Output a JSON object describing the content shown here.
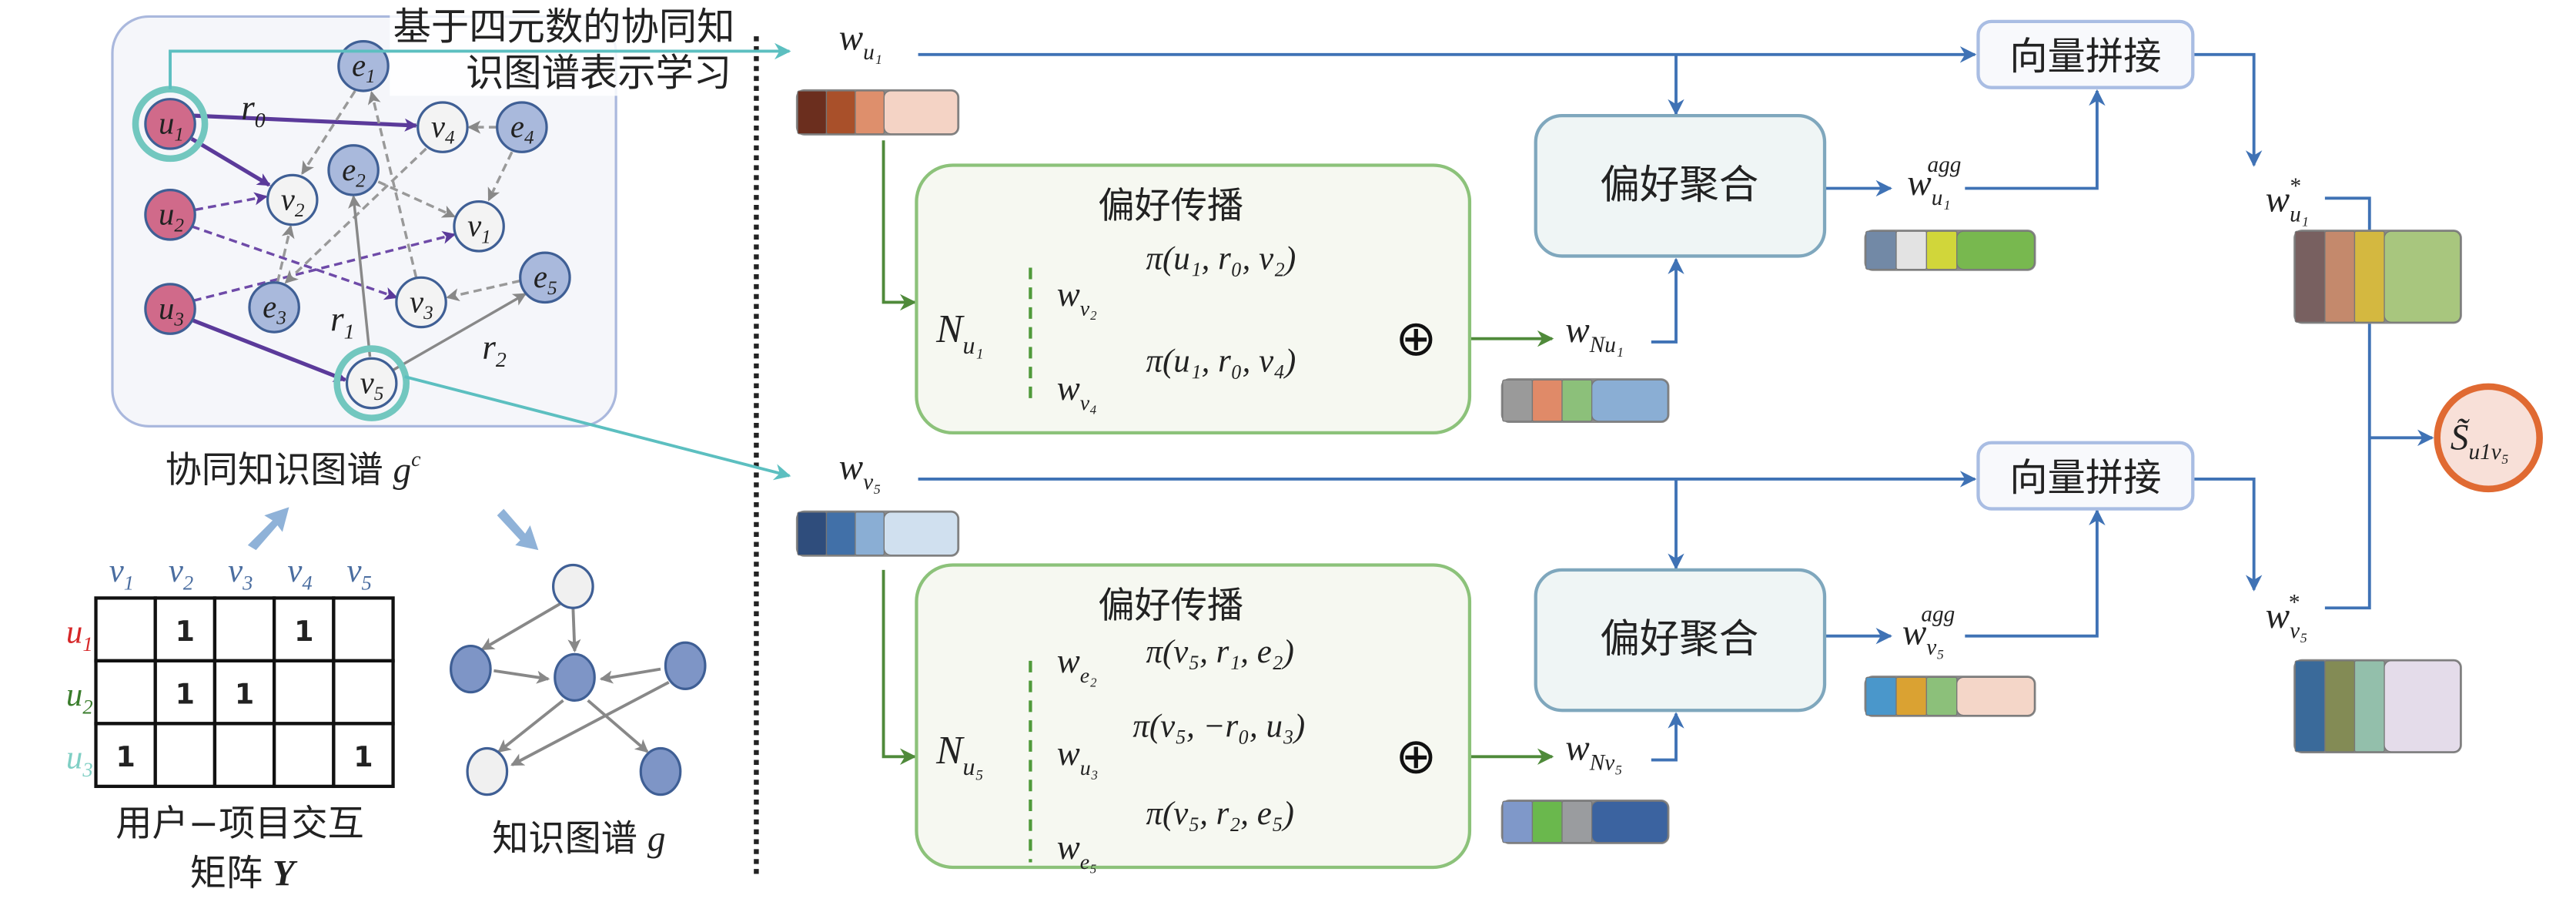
{
  "title": {
    "line1": "基于四元数的协同知",
    "line2": "识图谱表示学习"
  },
  "ckg": {
    "caption": "协同知识图谱",
    "caption_sym": "g",
    "caption_sup": "c",
    "nodes": {
      "u1": {
        "b": "u",
        "s": "1"
      },
      "u2": {
        "b": "u",
        "s": "2"
      },
      "u3": {
        "b": "u",
        "s": "3"
      },
      "v1": {
        "b": "v",
        "s": "1"
      },
      "v2": {
        "b": "v",
        "s": "2"
      },
      "v3": {
        "b": "v",
        "s": "3"
      },
      "v4": {
        "b": "v",
        "s": "4"
      },
      "v5": {
        "b": "v",
        "s": "5"
      },
      "e1": {
        "b": "e",
        "s": "1"
      },
      "e2": {
        "b": "e",
        "s": "2"
      },
      "e3": {
        "b": "e",
        "s": "3"
      },
      "e4": {
        "b": "e",
        "s": "4"
      },
      "e5": {
        "b": "e",
        "s": "5"
      }
    },
    "relations": {
      "r0": {
        "b": "r",
        "s": "0"
      },
      "r1": {
        "b": "r",
        "s": "1"
      },
      "r2": {
        "b": "r",
        "s": "2"
      }
    }
  },
  "matrix": {
    "columns": [
      {
        "b": "v",
        "s": "1"
      },
      {
        "b": "v",
        "s": "2"
      },
      {
        "b": "v",
        "s": "3"
      },
      {
        "b": "v",
        "s": "4"
      },
      {
        "b": "v",
        "s": "5"
      }
    ],
    "rows": [
      {
        "b": "u",
        "s": "1",
        "color": "#d62728",
        "cells": [
          "",
          "1",
          "",
          "1",
          ""
        ]
      },
      {
        "b": "u",
        "s": "2",
        "color": "#3a7d2c",
        "cells": [
          "",
          "1",
          "1",
          "",
          ""
        ]
      },
      {
        "b": "u",
        "s": "3",
        "color": "#7fcfc4",
        "cells": [
          "1",
          "",
          "",
          "",
          "1"
        ]
      }
    ],
    "caption_line1": "用户−项目交互",
    "caption_line2": "矩阵",
    "caption_sym": "Y"
  },
  "kg": {
    "caption": "知识图谱",
    "caption_sym": "g"
  },
  "top": {
    "input": {
      "b": "w",
      "s": "u₁"
    },
    "input_colors": [
      "#6b2e1e",
      "#a9502a",
      "#de8f6c",
      "#f4d3c5"
    ],
    "propagation": {
      "title": "偏好传播",
      "neighbor": {
        "b": "N",
        "s": "u₁"
      },
      "items": [
        {
          "b": "w",
          "s": "v₂",
          "pi": "π(u₁, r₀, v₂)"
        },
        {
          "b": "w",
          "s": "v₄",
          "pi": "π(u₁, r₀, v₄)"
        }
      ],
      "sum_symbol": "⊕"
    },
    "neighbor_out": {
      "b": "w",
      "s": "Nu₁"
    },
    "neighbor_colors": [
      "#9a9a9a",
      "#e08a68",
      "#8cc07a",
      "#8aaed4"
    ],
    "aggregation": {
      "title": "偏好聚合"
    },
    "agg_out": {
      "b": "w",
      "s": "u₁",
      "sup": "agg"
    },
    "agg_colors": [
      "#7289a6",
      "#e3e3e3",
      "#d1d63a",
      "#78b84f"
    ],
    "concat": {
      "title": "向量拼接"
    },
    "final": {
      "b": "w",
      "s": "u₁",
      "sup": "*"
    },
    "final_colors": [
      "#786060",
      "#c4896c",
      "#d4b840",
      "#a8c67e"
    ]
  },
  "bottom": {
    "input": {
      "b": "w",
      "s": "v₅"
    },
    "input_colors": [
      "#2f4d7c",
      "#4170a8",
      "#8aaed4",
      "#d0e0ef"
    ],
    "propagation": {
      "title": "偏好传播",
      "neighbor": {
        "b": "N",
        "s": "u₅"
      },
      "items": [
        {
          "b": "w",
          "s": "e₂",
          "pi": "π(v₅, r₁, e₂)"
        },
        {
          "b": "w",
          "s": "u₃",
          "pi": "π(v₅, −r₀, u₃)"
        },
        {
          "b": "w",
          "s": "e₅",
          "pi": "π(v₅, r₂, e₅)"
        }
      ],
      "sum_symbol": "⊕"
    },
    "neighbor_out": {
      "b": "w",
      "s": "Nv₅"
    },
    "neighbor_colors": [
      "#7f98c9",
      "#6ab84d",
      "#9a9c9f",
      "#3b63a0"
    ],
    "aggregation": {
      "title": "偏好聚合"
    },
    "agg_out": {
      "b": "w",
      "s": "v₅",
      "sup": "agg"
    },
    "agg_colors": [
      "#4a97cb",
      "#daa232",
      "#8cc07a",
      "#f4d6c8"
    ],
    "concat": {
      "title": "向量拼接"
    },
    "final": {
      "b": "w",
      "s": "v₅",
      "sup": "*"
    },
    "final_colors": [
      "#3a6a9a",
      "#838b55",
      "#93bfab",
      "#e4dcea"
    ]
  },
  "score": {
    "b": "S̃",
    "s": "u1v₅"
  },
  "colors": {
    "user": "#d06a8a",
    "entity": "#a9b9dc",
    "item": "#f3f3f3",
    "ring": "#72c7bf",
    "flow_blue": "#3f72b5",
    "flow_green": "#4f8a3a",
    "score_ring": "#e06a32"
  }
}
